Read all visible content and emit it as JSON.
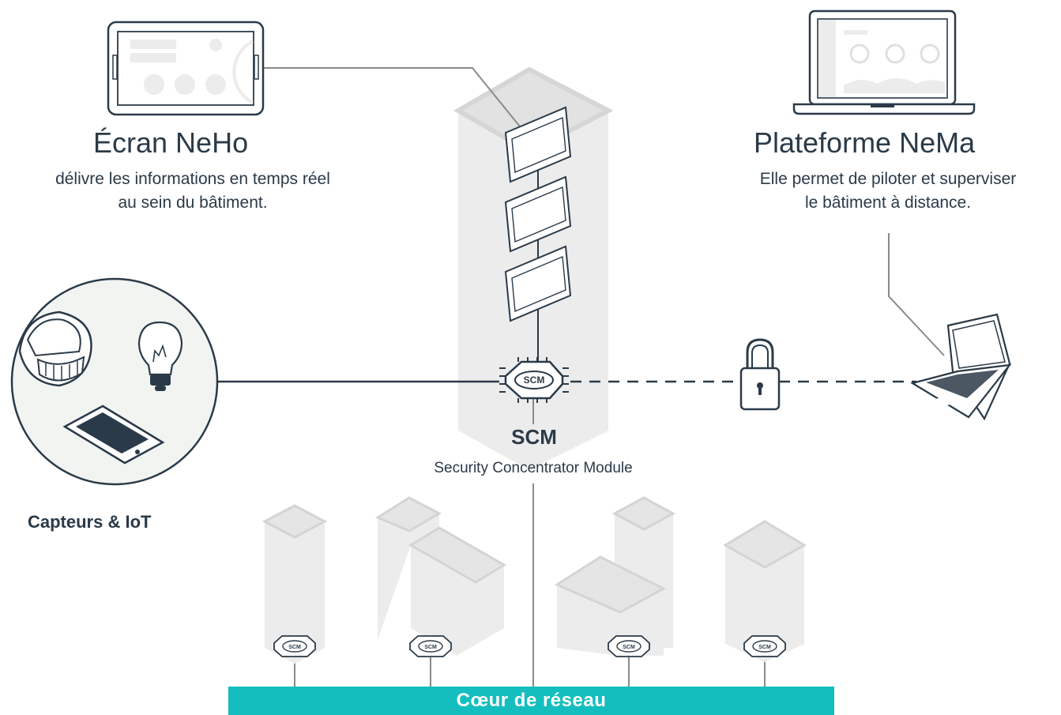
{
  "neho": {
    "title": "Écran NeHo",
    "description_line1": "délivre les informations en temps réel",
    "description_line2": "au sein du bâtiment."
  },
  "nema": {
    "title": "Plateforme NeMa",
    "description_line1": "Elle permet de piloter et superviser",
    "description_line2": "le bâtiment à distance."
  },
  "scm": {
    "title": "SCM",
    "subtitle": "Security Concentrator Module",
    "chip_label": "SCM"
  },
  "sensors": {
    "title": "Capteurs & IoT"
  },
  "core": {
    "label": "Cœur de réseau"
  },
  "colors": {
    "text": "#2b3a48",
    "accent": "#14bebe",
    "building": "#ececec",
    "line": "#2b3a48",
    "thin_line": "#8a8a8a"
  }
}
